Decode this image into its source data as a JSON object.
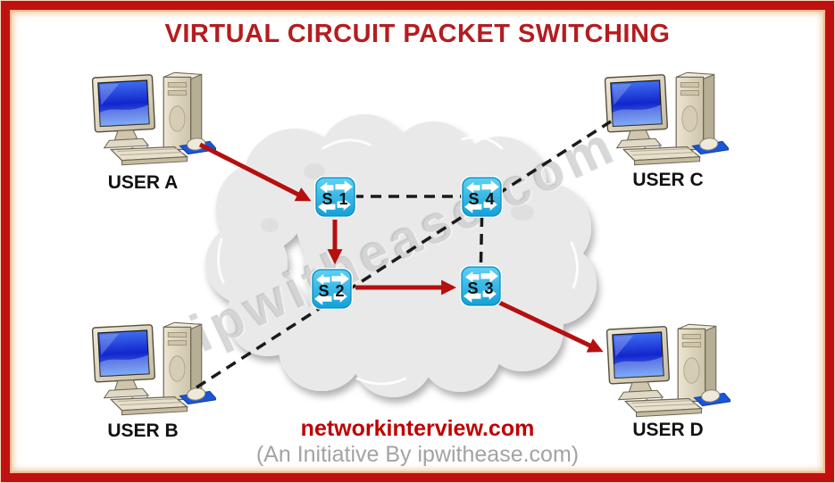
{
  "title": "VIRTUAL CIRCUIT PACKET SWITCHING",
  "watermark": "ipwithease.com",
  "footer": {
    "site": "networkinterview.com",
    "tagline": "(An Initiative By ipwithease.com)"
  },
  "users": {
    "a": {
      "label": "USER A"
    },
    "b": {
      "label": "USER B"
    },
    "c": {
      "label": "USER C"
    },
    "d": {
      "label": "USER D"
    }
  },
  "switches": {
    "s1": {
      "label": "S 1"
    },
    "s2": {
      "label": "S 2"
    },
    "s3": {
      "label": "S 3"
    },
    "s4": {
      "label": "S 4"
    }
  },
  "connections": {
    "virtual_circuit_red_arrows": [
      "USER A → S 1",
      "S 1 → S 2",
      "S 2 → S 3",
      "S 3 → USER D"
    ],
    "dashed_links": [
      "S 1 — S 4",
      "S 4 — S 3",
      "USER B — S 2",
      "S 2 — S 4",
      "S 4 — USER C"
    ]
  },
  "colors": {
    "frame_red": "#c01010",
    "frame_inner_peach": "#efba8e",
    "title_red": "#b41d20",
    "arrow_red": "#b50f0f",
    "dashed_black": "#1a1a1a",
    "switch_cyan": "#2fb9e8",
    "cloud_gray": "#e9e9e9",
    "footer_red": "#c00000",
    "tagline_gray": "#a3a3a3",
    "screen_blue": "#1a2fd8",
    "mousepad_blue": "#1a56d8"
  }
}
